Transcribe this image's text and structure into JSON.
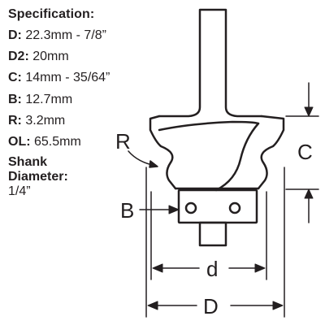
{
  "specification": {
    "title": "Specification:",
    "rows": [
      {
        "label": "D:",
        "value": "22.3mm - 7/8”"
      },
      {
        "label": "D2:",
        "value": "20mm"
      },
      {
        "label": "C:",
        "value": "14mm - 35/64”"
      },
      {
        "label": "B:",
        "value": "12.7mm"
      },
      {
        "label": "R:",
        "value": "3.2mm"
      },
      {
        "label": "OL:",
        "value": "65.5mm"
      }
    ],
    "shank_label_line1": "Shank",
    "shank_label_line2": "Diameter:",
    "shank_value": "1/4”"
  },
  "diagram": {
    "label_R": "R",
    "label_C": "C",
    "label_B": "B",
    "label_d": "d",
    "label_D": "D",
    "line_color": "#231f20"
  }
}
